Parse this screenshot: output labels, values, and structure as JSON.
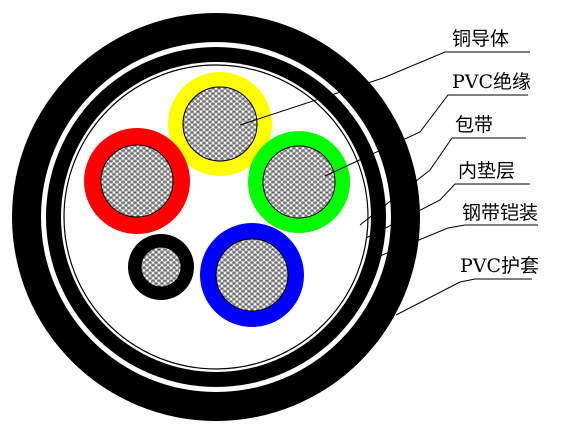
{
  "labels": {
    "conductor": "铜导体",
    "pvc_insulation": "PVC绝缘",
    "tape": "包带",
    "inner_liner": "内垫层",
    "steel_tape_armor": "钢带铠装",
    "pvc_sheath": "PVC护套"
  },
  "colors": {
    "outer_sheath": "#000000",
    "armor": "#000000",
    "filler": "#ffffff",
    "core_yellow": "#ffff00",
    "core_red": "#ff0000",
    "core_green": "#00ff00",
    "core_blue": "#0000ff",
    "core_black": "#000000",
    "copper_mesh": "#ffffff"
  }
}
